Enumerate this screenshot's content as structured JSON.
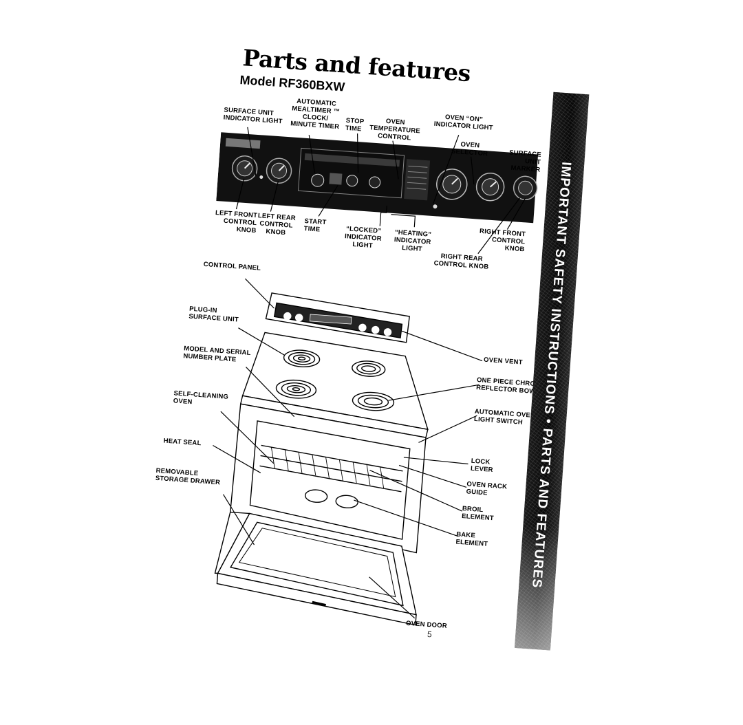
{
  "page": {
    "title": "Parts and features",
    "subtitle": "Model RF360BXW",
    "page_number": "5",
    "side_tab": "Important Safety Instructions • Parts and Features"
  },
  "control_panel_labels": {
    "surface_unit_indicator_light": "Surface unit\nindicator light",
    "automatic_mealtimer": "Automatic\nMealtimer ™\nclock/\nminute timer",
    "stop_time": "Stop\ntime",
    "oven_temperature_control": "Oven\ntemperature\ncontrol",
    "oven_on_indicator_light": "Oven “on”\nindicator light",
    "oven_selector": "Oven\nselector",
    "surface_unit_marker": "Surface\nunit\nmarker",
    "left_front_control_knob": "Left front\ncontrol\nknob",
    "left_rear_control_knob": "Left rear\ncontrol\nknob",
    "start_time": "Start\ntime",
    "locked_indicator_light": "“Locked”\nindicator\nlight",
    "heating_indicator_light": "“Heating”\nindicator\nlight",
    "right_front_control_knob": "Right front\ncontrol\nknob",
    "right_rear_control_knob": "Right rear\ncontrol knob"
  },
  "range_labels": {
    "control_panel": "Control panel",
    "plug_in_surface_unit": "Plug-in\nsurface unit",
    "model_serial_plate": "Model and serial\nnumber plate",
    "self_cleaning_oven": "Self-cleaning\noven",
    "heat_seal": "Heat seal",
    "storage_drawer": "Removable\nstorage drawer",
    "oven_vent": "Oven vent",
    "reflector_bowl": "One piece chrome\nreflector bowl",
    "oven_light_switch": "Automatic oven\nlight switch",
    "lock_lever": "Lock\nlever",
    "oven_rack_guide": "Oven rack\nguide",
    "broil_element": "Broil\nelement",
    "bake_element": "Bake\nelement",
    "oven_door": "Oven door"
  },
  "icons": {
    "panel": "control-panel-illustration",
    "range": "range-illustration",
    "knob": "knob-icon",
    "burner": "coil-burner-icon"
  },
  "colors": {
    "ink": "#000000",
    "paper": "#ffffff",
    "tab": "#111111"
  }
}
